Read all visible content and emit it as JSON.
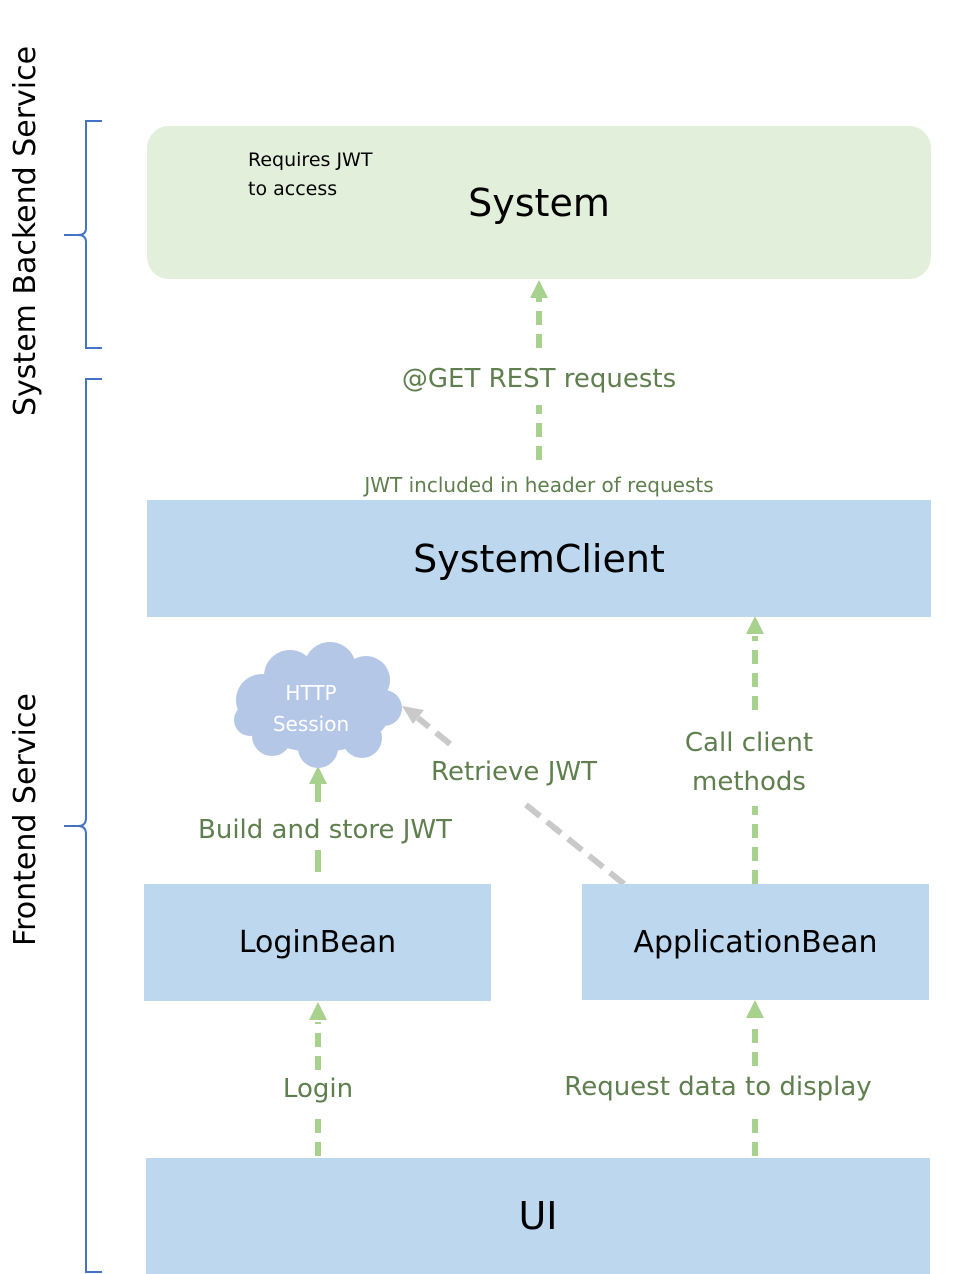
{
  "groups": {
    "backend": "System Backend Service",
    "frontend": "Frontend Service"
  },
  "nodes": {
    "system": "System",
    "lock_note_line1": "Requires JWT",
    "lock_note_line2": "to access",
    "system_client": "SystemClient",
    "http_session_line1": "HTTP",
    "http_session_line2": "Session",
    "login_bean": "LoginBean",
    "application_bean": "ApplicationBean",
    "ui": "UI"
  },
  "edges": {
    "get_rest": "@GET REST requests",
    "jwt_header": "JWT included in header of requests",
    "call_client_line1": "Call client",
    "call_client_line2": "methods",
    "retrieve_jwt": "Retrieve JWT",
    "build_store": "Build and store JWT",
    "login": "Login",
    "request_data": "Request data to display"
  },
  "colors": {
    "arrow_green": "#a9d18e",
    "arrow_gray": "#c9c9c9",
    "label_green": "#5f7f4f",
    "box_blue": "#bdd7ee",
    "box_green": "#e2efda",
    "brace_blue": "#4472c4",
    "cloud": "#b4c7e7"
  }
}
